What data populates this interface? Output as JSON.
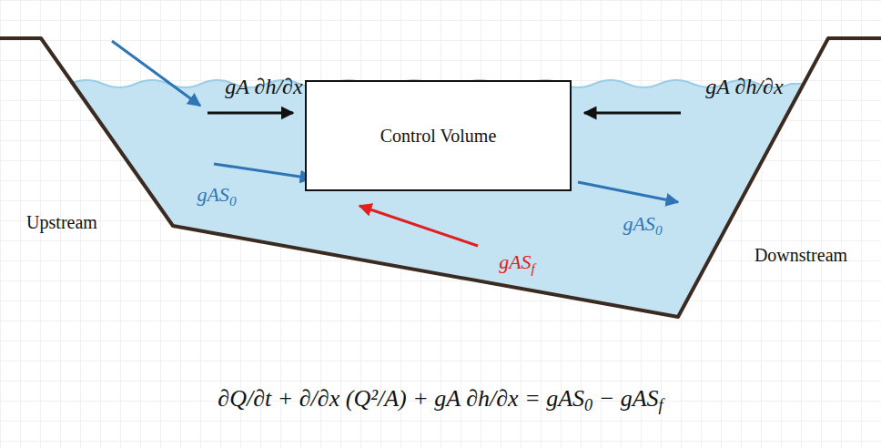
{
  "diagram": {
    "nodes": [
      {
        "text": [
          "Control Volume"
        ]
      }
    ],
    "labels": [
      "gA ∂h/∂x",
      "gA ∂h/∂x",
      "gAS0",
      "gAS0",
      "gASf",
      "Upstream",
      "Downstream",
      "∂Q/∂t + ∂/∂x (Q²/A) + gA ∂h/∂x = gAS0 − gASf"
    ]
  }
}
